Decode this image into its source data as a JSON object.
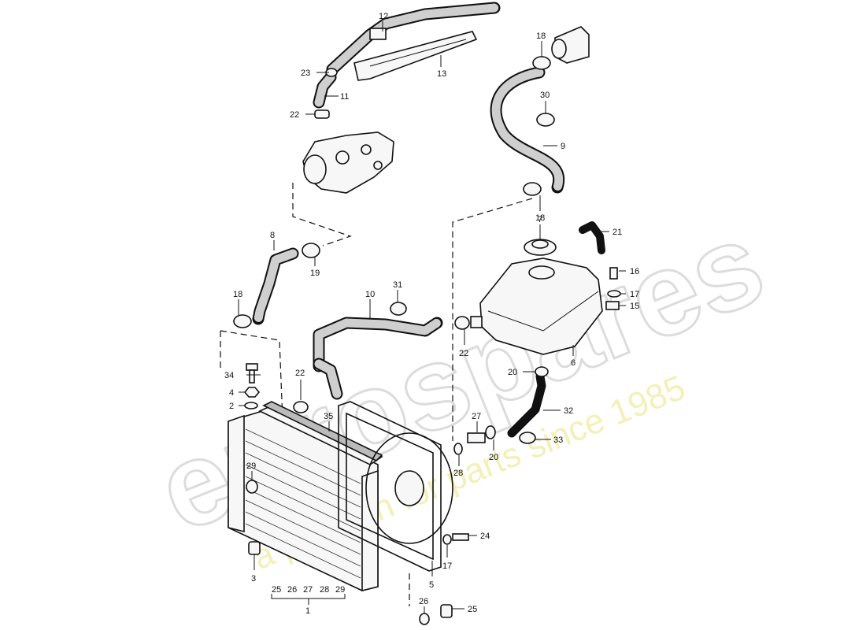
{
  "watermark": {
    "brand": "eurospares",
    "tagline": "a passion for parts since 1985"
  },
  "callouts": {
    "c1": "1",
    "c2": "2",
    "c3": "3",
    "c4": "4",
    "c5": "5",
    "c6": "6",
    "c7": "7",
    "c8": "8",
    "c9": "9",
    "c10": "10",
    "c11": "11",
    "c12": "12",
    "c13": "13",
    "c15": "15",
    "c16": "16",
    "c17a": "17",
    "c17b": "17",
    "c18a": "18",
    "c18b": "18",
    "c18c": "18",
    "c19": "19",
    "c20a": "20",
    "c20b": "20",
    "c21": "21",
    "c22a": "22",
    "c22b": "22",
    "c22c": "22",
    "c23": "23",
    "c24": "24",
    "c25": "25",
    "c26": "26",
    "c27": "27",
    "c28": "28",
    "c29": "29",
    "c30": "30",
    "c31": "31",
    "c32": "32",
    "c33": "33",
    "c34": "34",
    "c35": "35",
    "b25": "25",
    "b26": "26",
    "b27": "27",
    "b28": "28",
    "b29": "29"
  }
}
